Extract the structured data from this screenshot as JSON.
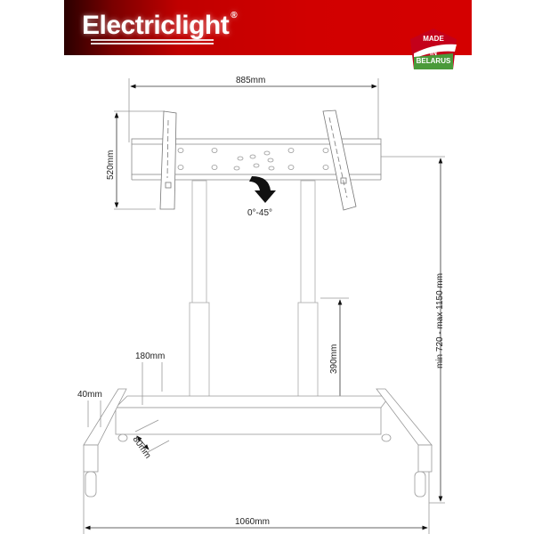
{
  "header": {
    "brand": "Electriclight",
    "registered_mark": "®",
    "badge": {
      "line1": "MADE",
      "line2": "IN",
      "line3": "BELARUS"
    },
    "colors": {
      "banner_red": "#d10000",
      "banner_dark": "#2a0000",
      "badge_green": "#4a9a3a"
    }
  },
  "diagram": {
    "subject": "Mobile TV stand with tilting mount",
    "dimensions": {
      "mount_width": "885mm",
      "mount_height": "520mm",
      "tilt": "0°-45°",
      "height_range": "min 720 - max 1150 mm",
      "column_section": "390mm",
      "base_offset": "180mm",
      "leg_width": "40mm",
      "base_depth": "80mm",
      "base_width": "1060mm"
    }
  }
}
